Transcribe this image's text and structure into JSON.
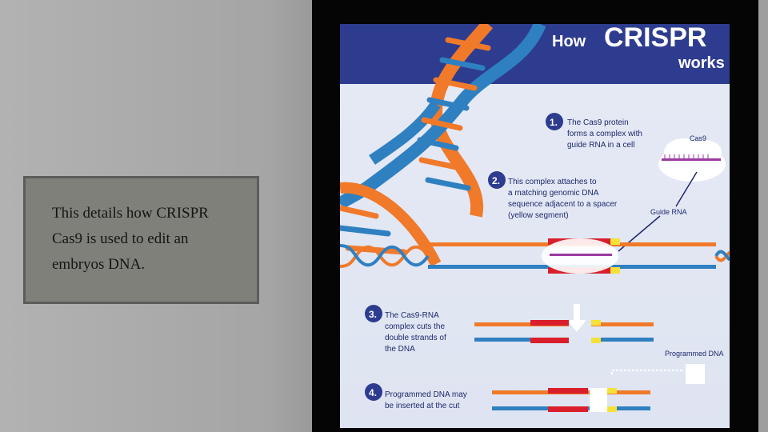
{
  "caption": {
    "lines": [
      "This details how CRISPR",
      "Cas9 is used to edit an",
      "embryos DNA."
    ]
  },
  "infographic": {
    "title_how": "How",
    "title_main": "CRISPR",
    "title_works": "works",
    "steps": [
      {
        "number": "1.",
        "lines": [
          "The Cas9 protein",
          "forms a complex with",
          "guide RNA in a cell"
        ]
      },
      {
        "number": "2.",
        "lines": [
          "This complex attaches to",
          "a matching genomic DNA",
          "sequence adjacent to a spacer",
          "(yellow segment)"
        ]
      },
      {
        "number": "3.",
        "lines": [
          "The Cas9-RNA",
          "complex cuts the",
          "double strands of",
          "the DNA"
        ]
      },
      {
        "number": "4.",
        "lines": [
          "Programmed DNA may",
          "be inserted at the cut"
        ]
      }
    ],
    "labels": {
      "cas9": "Cas9",
      "guide_rna": "Guide RNA",
      "programmed_dna": "Programmed DNA"
    },
    "colors": {
      "header_band": "#2d3c8e",
      "dna_orange": "#f07a2a",
      "dna_blue": "#2f80c0",
      "cut_red": "#d91f2b",
      "spacer_yellow": "#f5e13a",
      "rna_purple": "#9a3aa0",
      "step_badge": "#2d3c8e"
    }
  }
}
